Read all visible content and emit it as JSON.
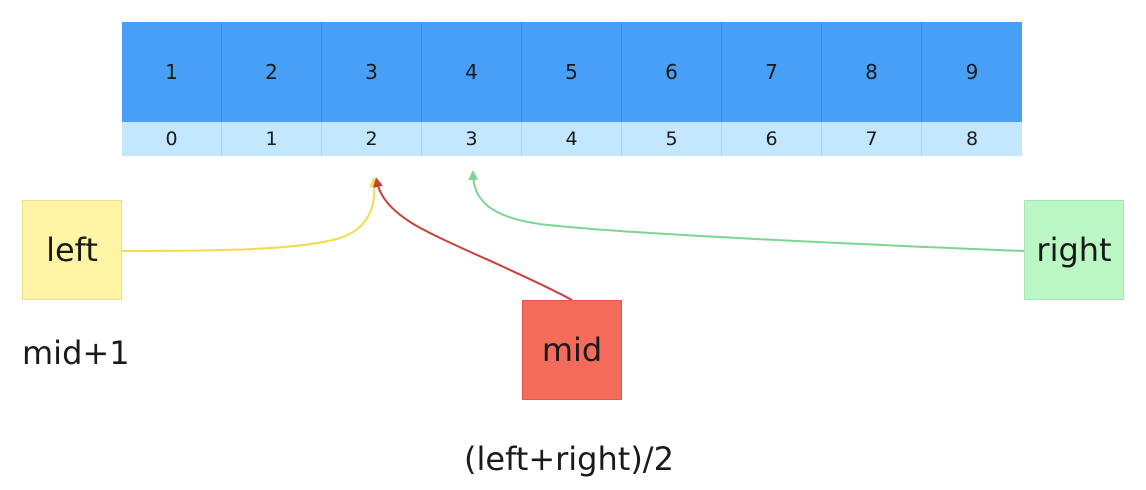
{
  "array": {
    "values": [
      "1",
      "2",
      "3",
      "4",
      "5",
      "6",
      "7",
      "8",
      "9"
    ],
    "indices": [
      "0",
      "1",
      "2",
      "3",
      "4",
      "5",
      "6",
      "7",
      "8"
    ]
  },
  "pointers": {
    "left": {
      "label": "left",
      "color": "#f2dc4e",
      "fill": "#fff4a3",
      "target_index": 2
    },
    "mid": {
      "label": "mid",
      "color": "#c9403a",
      "fill": "#f36b5b",
      "target_index": 2
    },
    "right": {
      "label": "right",
      "color": "#7ed593",
      "fill": "#bbf7c5",
      "target_index": 3
    }
  },
  "notes": {
    "left": "mid+1",
    "mid": "(left+right)/2"
  }
}
